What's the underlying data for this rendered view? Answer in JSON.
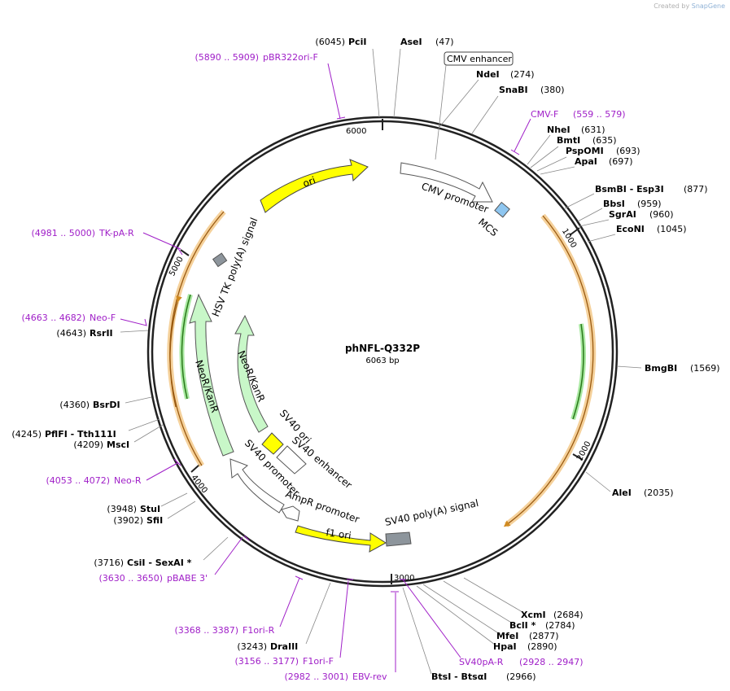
{
  "credit": {
    "prefix": "Created by",
    "brand": "SnapGene"
  },
  "plasmid": {
    "name": "phNFL-Q332P",
    "size": "6063 bp"
  },
  "ticks": [
    "1000",
    "2000",
    "3000",
    "4000",
    "5000",
    "6000"
  ],
  "enzymes": [
    {
      "name": "PciI",
      "pos": "(6045)"
    },
    {
      "name": "AseI",
      "pos": "(47)"
    },
    {
      "name": "NdeI",
      "pos": "(274)"
    },
    {
      "name": "SnaBI",
      "pos": "(380)"
    },
    {
      "name": "NheI",
      "pos": "(631)"
    },
    {
      "name": "BmtI",
      "pos": "(635)"
    },
    {
      "name": "PspOMI",
      "pos": "(693)"
    },
    {
      "name": "ApaI",
      "pos": "(697)"
    },
    {
      "name": "BsmBI - Esp3I",
      "pos": "(877)"
    },
    {
      "name": "BbsI",
      "pos": "(959)"
    },
    {
      "name": "SgrAI",
      "pos": "(960)"
    },
    {
      "name": "EcoNI",
      "pos": "(1045)"
    },
    {
      "name": "BmgBI",
      "pos": "(1569)"
    },
    {
      "name": "AleI",
      "pos": "(2035)"
    },
    {
      "name": "XcmI",
      "pos": "(2684)"
    },
    {
      "name": "BclI *",
      "pos": "(2784)"
    },
    {
      "name": "MfeI",
      "pos": "(2877)"
    },
    {
      "name": "HpaI",
      "pos": "(2890)"
    },
    {
      "name": "BtsI - BtsαI",
      "pos": "(2966)"
    },
    {
      "name": "DraIII",
      "pos": "(3243)"
    },
    {
      "name": "CsiI - SexAI *",
      "pos": "(3716)"
    },
    {
      "name": "SfiI",
      "pos": "(3902)"
    },
    {
      "name": "StuI",
      "pos": "(3948)"
    },
    {
      "name": "MscI",
      "pos": "(4209)"
    },
    {
      "name": "PflFI - Tth111I",
      "pos": "(4245)"
    },
    {
      "name": "BsrDI",
      "pos": "(4360)"
    },
    {
      "name": "RsrII",
      "pos": "(4643)"
    }
  ],
  "primers": [
    {
      "name": "pBR322ori-F",
      "range": "(5890 .. 5909)"
    },
    {
      "name": "CMV-F",
      "range": "(559 .. 579)"
    },
    {
      "name": "TK-pA-R",
      "range": "(4981 .. 5000)"
    },
    {
      "name": "Neo-F",
      "range": "(4663 .. 4682)"
    },
    {
      "name": "Neo-R",
      "range": "(4053 .. 4072)"
    },
    {
      "name": "pBABE 3'",
      "range": "(3630 .. 3650)"
    },
    {
      "name": "F1ori-R",
      "range": "(3368 .. 3387)"
    },
    {
      "name": "F1ori-F",
      "range": "(3156 .. 3177)"
    },
    {
      "name": "EBV-rev",
      "range": "(2982 .. 3001)"
    },
    {
      "name": "SV40pA-R",
      "range": "(2928 .. 2947)"
    }
  ],
  "features": {
    "cmv_enhancer": "CMV enhancer",
    "cmv_promoter": "CMV promoter",
    "mcs": "MCS",
    "ori": "ori",
    "hsv_tk": "HSV TK poly(A) signal",
    "neo_outer": "NeoR/KanR",
    "neo_inner": "NeoR/KanR",
    "sv40_ori": "SV40 ori",
    "sv40_enhancer": "SV40 enhancer",
    "sv40_promoter": "SV40 promoter",
    "ampr_promoter": "AmpR promoter",
    "f1_ori": "f1 ori",
    "sv40_polya": "SV40 poly(A) signal"
  },
  "colors": {
    "purple": "#a020c8",
    "ori_yellow": "#ffff00",
    "neo_green": "#c8f7c8",
    "orf_orange": "#f0b040",
    "mcs_blue": "#8ec6f0",
    "polya_gray": "#8d959c"
  }
}
